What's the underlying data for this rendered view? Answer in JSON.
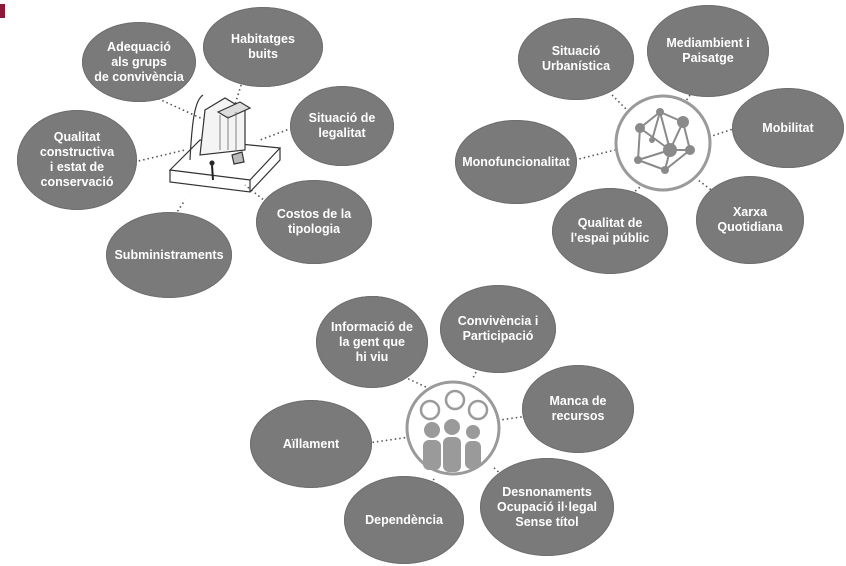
{
  "accent_color": "#7a7a7a",
  "groups": [
    {
      "name": "habitatge",
      "bubbles": [
        {
          "id": "adequacio",
          "label": "Adequació\nals grups\nde convivència"
        },
        {
          "id": "habitatges-buits",
          "label": "Habitatges\nbuits"
        },
        {
          "id": "situacio-legalitat",
          "label": "Situació de\nlegalitat"
        },
        {
          "id": "qualitat-constructiva",
          "label": "Qualitat\nconstructiva\ni estat de\nconservació"
        },
        {
          "id": "costos-tipologia",
          "label": "Costos de la\ntipologia"
        },
        {
          "id": "subministraments",
          "label": "Subministraments"
        }
      ]
    },
    {
      "name": "entorn",
      "bubbles": [
        {
          "id": "situacio-urbanistica",
          "label": "Situació\nUrbanística"
        },
        {
          "id": "mediambient",
          "label": "Mediambient i\nPaisatge"
        },
        {
          "id": "mobilitat",
          "label": "Mobilitat"
        },
        {
          "id": "monofuncionalitat",
          "label": "Monofuncionalitat"
        },
        {
          "id": "qualitat-espai-public",
          "label": "Qualitat de\nl'espai públic"
        },
        {
          "id": "xarxa-quotidiana",
          "label": "Xarxa\nQuotidiana"
        }
      ]
    },
    {
      "name": "persones",
      "bubbles": [
        {
          "id": "informacio-gent",
          "label": "Informació de\nla gent que\nhi viu"
        },
        {
          "id": "convivencia",
          "label": "Convivència i\nParticipació"
        },
        {
          "id": "manca-recursos",
          "label": "Manca de\nrecursos"
        },
        {
          "id": "aillament",
          "label": "Aïllament"
        },
        {
          "id": "dependencia",
          "label": "Dependència"
        },
        {
          "id": "desnonaments",
          "label": "Desnonaments\nOcupació il·legal\nSense títol"
        }
      ]
    }
  ]
}
